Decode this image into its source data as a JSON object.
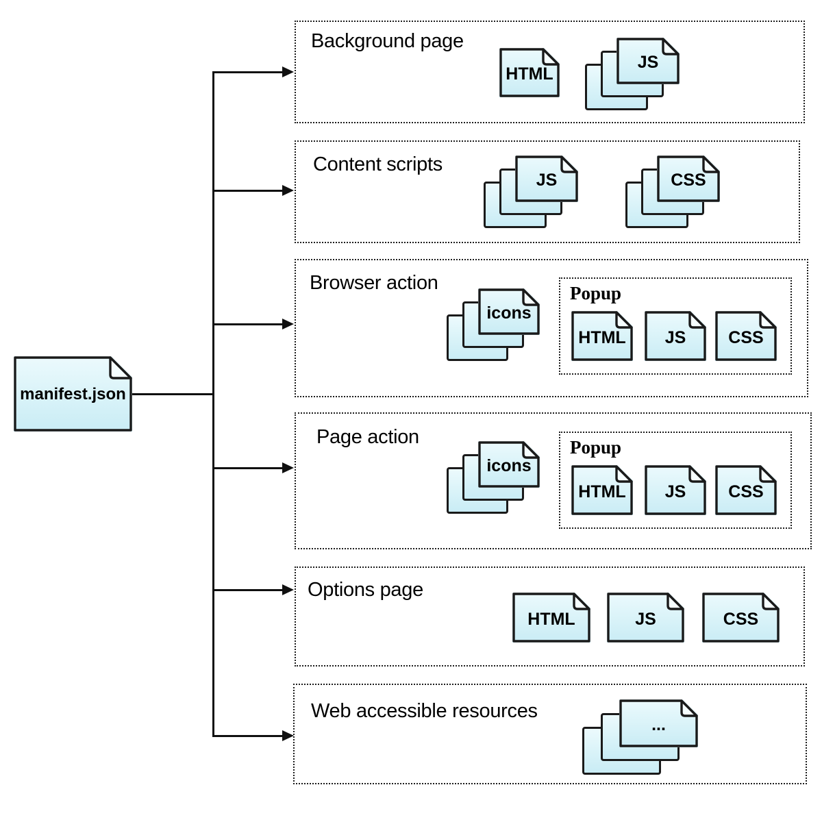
{
  "root_file": {
    "label": "manifest.json"
  },
  "sections": [
    {
      "label": "Background page",
      "files": [
        {
          "kind": "single",
          "label": "HTML"
        },
        {
          "kind": "stack",
          "label": "JS"
        }
      ]
    },
    {
      "label": "Content scripts",
      "files": [
        {
          "kind": "stack",
          "label": "JS"
        },
        {
          "kind": "stack",
          "label": "CSS"
        }
      ]
    },
    {
      "label": "Browser action",
      "files": [
        {
          "kind": "stack",
          "label": "icons"
        }
      ],
      "popup": {
        "label": "Popup",
        "files": [
          {
            "kind": "single",
            "label": "HTML"
          },
          {
            "kind": "single",
            "label": "JS"
          },
          {
            "kind": "single",
            "label": "CSS"
          }
        ]
      }
    },
    {
      "label": "Page action",
      "files": [
        {
          "kind": "stack",
          "label": "icons"
        }
      ],
      "popup": {
        "label": "Popup",
        "files": [
          {
            "kind": "single",
            "label": "HTML"
          },
          {
            "kind": "single",
            "label": "JS"
          },
          {
            "kind": "single",
            "label": "CSS"
          }
        ]
      }
    },
    {
      "label": "Options page",
      "files": [
        {
          "kind": "single",
          "label": "HTML"
        },
        {
          "kind": "single",
          "label": "JS"
        },
        {
          "kind": "single",
          "label": "CSS"
        }
      ]
    },
    {
      "label": "Web accessible resources",
      "files": [
        {
          "kind": "stack",
          "label": "..."
        }
      ]
    }
  ],
  "colors": {
    "file_fill_top": "#ecfafd",
    "file_fill_bottom": "#c9ecf5",
    "file_stroke": "#1a1a1a",
    "connector": "#101010",
    "box_border": "#1c1c1c",
    "background": "#ffffff"
  }
}
